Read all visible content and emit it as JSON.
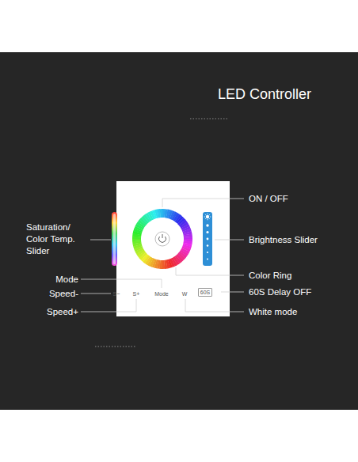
{
  "diagram": {
    "title": "LED Controller",
    "nodes": [
      {
        "text": [
          "60S"
        ]
      }
    ],
    "labels": [
      "ON / OFF",
      "Saturation/ Color Temp. Slider",
      "Brightness Slider",
      "Color Ring",
      "Mode",
      "Mode",
      "S−",
      "S+",
      "Speed-",
      "W",
      "60S Delay OFF",
      "Speed+",
      "White mode"
    ]
  }
}
